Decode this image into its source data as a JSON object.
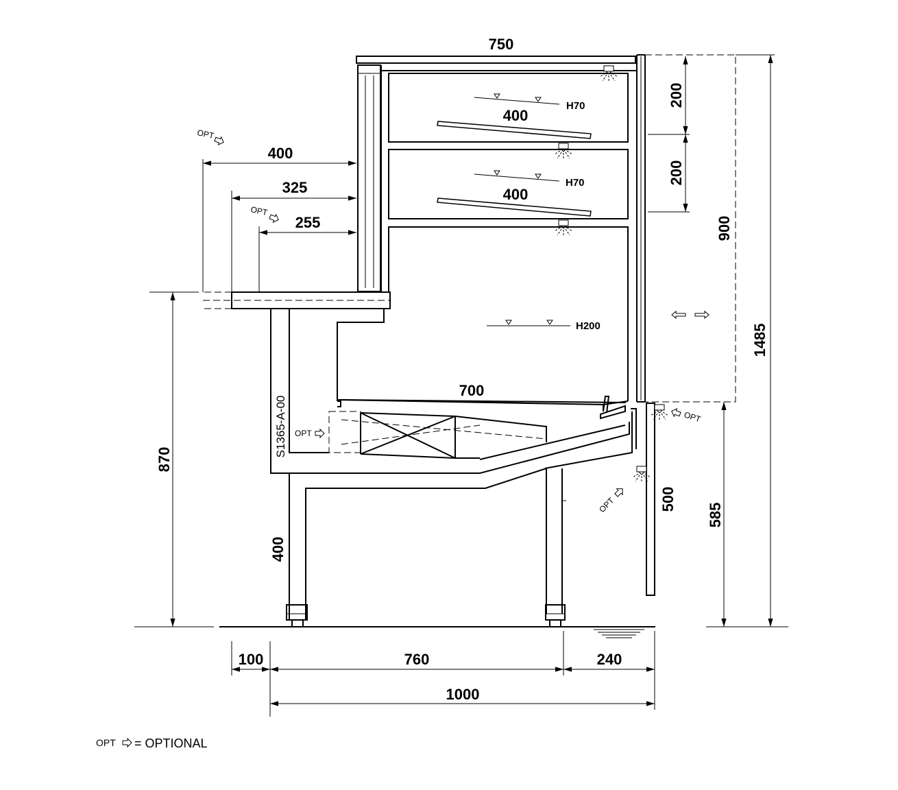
{
  "drawing": {
    "code": "S1365-A-00",
    "dimensions": {
      "top_depth": "750",
      "shelf_1": "400",
      "shelf_2": "400",
      "h_upper_1": "H70",
      "h_upper_2": "H70",
      "h_base": "H200",
      "base_depth": "700",
      "ext_400": "400",
      "ext_325": "325",
      "ext_255": "255",
      "gap_200_a": "200",
      "gap_200_b": "200",
      "height_900": "900",
      "height_1485": "1485",
      "height_870": "870",
      "height_585": "585",
      "height_500": "500",
      "leg_400": "400",
      "bottom_100": "100",
      "bottom_760": "760",
      "bottom_240": "240",
      "bottom_1000": "1000"
    },
    "opt_labels": {
      "shelf_top": "OPT",
      "shelf_mid": "OPT",
      "drawer": "OPT",
      "lamp_right": "OPT",
      "lamp_lower": "OPT"
    },
    "legend": {
      "prefix": "OPT",
      "text": "= OPTIONAL"
    }
  }
}
